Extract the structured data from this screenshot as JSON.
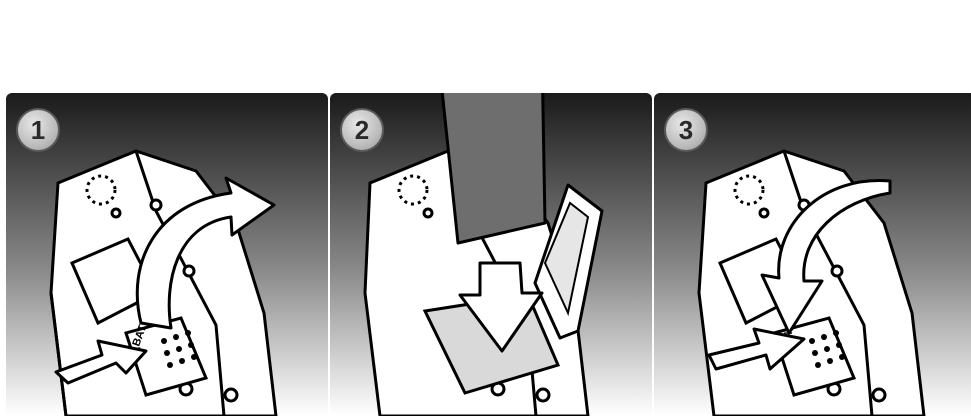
{
  "steps": [
    {
      "number": "1",
      "action": "open"
    },
    {
      "number": "2",
      "action": "insert"
    },
    {
      "number": "3",
      "action": "close"
    }
  ],
  "compartment_label": "△BATT",
  "colors": {
    "panel_dark": "#1a1a1a",
    "panel_light": "#ffffff",
    "camera_body": "#ffffff",
    "outline": "#000000",
    "battery": "#6e6e6e",
    "arrow": "#ffffff"
  },
  "icons": {
    "badge": "numbered-circle",
    "arrow_open": "curved-arrow-right",
    "arrow_push": "straight-arrow-left",
    "arrow_insert": "straight-arrow-down",
    "arrow_close": "curved-arrow-down"
  }
}
